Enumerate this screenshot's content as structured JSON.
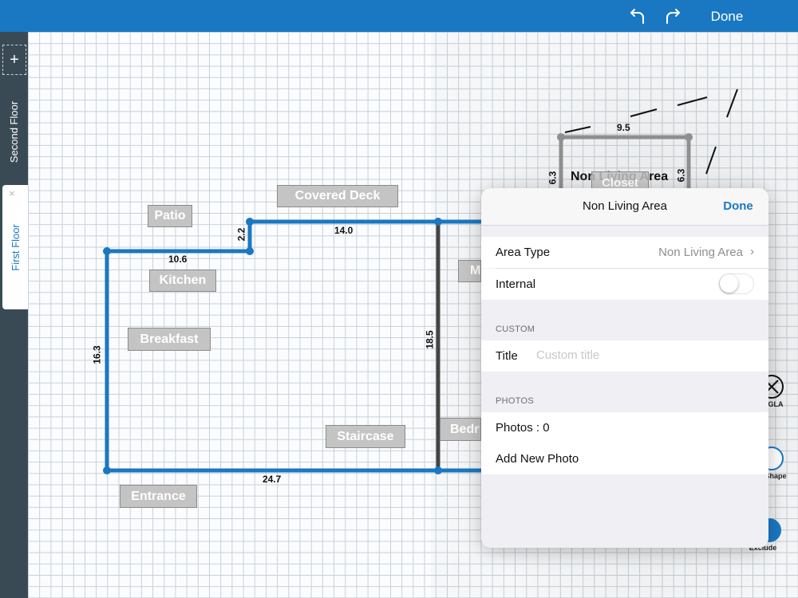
{
  "topbar": {
    "done_label": "Done",
    "undo_icon": "undo-arrow-icon",
    "redo_icon": "redo-arrow-icon"
  },
  "floors": {
    "add_label": "+",
    "second": "Second Floor",
    "first": "First Floor",
    "close_label": "×"
  },
  "rooms": {
    "covered_deck": "Covered Deck",
    "patio": "Patio",
    "kitchen": "Kitchen",
    "breakfast": "Breakfast",
    "staircase": "Staircase",
    "entrance": "Entrance",
    "master_partial": "M",
    "bedroom_partial": "Bedr",
    "non_living_area": "Non Living Area",
    "closet": "Closet"
  },
  "dimensions": {
    "top_left": "10.6",
    "top_step": "2.2",
    "top_middle": "14.0",
    "left": "16.3",
    "bottom": "24.7",
    "middle_wall": "18.5",
    "nla_top": "9.5",
    "nla_left": "6.3",
    "nla_right": "6.3"
  },
  "tools": {
    "gla": "GLA",
    "shape": "Shape",
    "exclude": "Exclude"
  },
  "popover": {
    "title": "Non Living Area",
    "done_label": "Done",
    "area_type_label": "Area Type",
    "area_type_value": "Non Living Area",
    "internal_label": "Internal",
    "internal_on": false,
    "custom_section": "CUSTOM",
    "title_label": "Title",
    "title_placeholder": "Custom title",
    "title_value": "",
    "photos_section": "PHOTOS",
    "photos_count_label": "Photos : 0",
    "add_photo_label": "Add New Photo"
  },
  "colors": {
    "accent": "#1a78c2",
    "wall_blue": "#1a78c2",
    "wall_dark": "#444444",
    "wall_gray": "#8f8f8f",
    "sidebar": "#394a55"
  }
}
